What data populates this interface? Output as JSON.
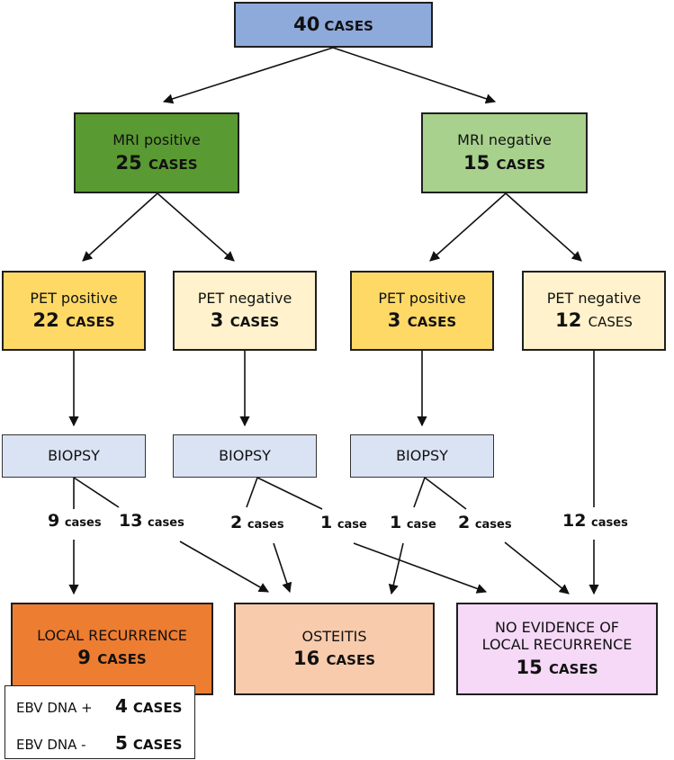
{
  "root": {
    "count": "40",
    "unit": "CASES"
  },
  "mri_positive": {
    "label": "MRI positive",
    "count": "25",
    "unit": "CASES"
  },
  "mri_negative": {
    "label": "MRI negative",
    "count": "15",
    "unit": "CASES"
  },
  "pet_pos_1": {
    "label": "PET positive",
    "count": "22",
    "unit": "CASES"
  },
  "pet_neg_1": {
    "label": "PET negative",
    "count": "3",
    "unit": "CASES"
  },
  "pet_pos_2": {
    "label": "PET positive",
    "count": "3",
    "unit": "CASES"
  },
  "pet_neg_2": {
    "label": "PET negative",
    "count": "12",
    "unit": "CASES"
  },
  "biopsy_label": "BIOPSY",
  "branch_labels": {
    "b1_recurrence": {
      "count": "9",
      "unit": "cases"
    },
    "b1_osteitis": {
      "count": "13",
      "unit": "cases"
    },
    "b2_osteitis": {
      "count": "2",
      "unit": "cases"
    },
    "b2_no_evidence": {
      "count": "1",
      "unit": "case"
    },
    "b3_osteitis": {
      "count": "1",
      "unit": "case"
    },
    "b3_no_evidence": {
      "count": "2",
      "unit": "cases"
    },
    "pet_neg2_no_evidence": {
      "count": "12",
      "unit": "cases"
    }
  },
  "local_recurrence": {
    "label": "LOCAL RECURRENCE",
    "count": "9",
    "unit": "CASES"
  },
  "osteitis": {
    "label": "OSTEITIS",
    "count": "16",
    "unit": "CASES"
  },
  "no_evidence": {
    "label_line1": "NO EVIDENCE OF",
    "label_line2": "LOCAL RECURRENCE",
    "count": "15",
    "unit": "CASES"
  },
  "ebv": {
    "positive": {
      "label": "EBV DNA +",
      "count": "4",
      "unit": "CASES"
    },
    "negative": {
      "label": "EBV DNA -",
      "count": "5",
      "unit": "CASES"
    }
  },
  "colors": {
    "root": "#8eaadb",
    "mri_positive": "#5a9a32",
    "mri_negative": "#a9d18e",
    "pet_positive": "#ffd966",
    "pet_negative": "#fff2cc",
    "biopsy": "#dae3f3",
    "local_recurrence": "#ed7d31",
    "osteitis": "#f8cbad",
    "no_evidence": "#f5d9f7"
  }
}
